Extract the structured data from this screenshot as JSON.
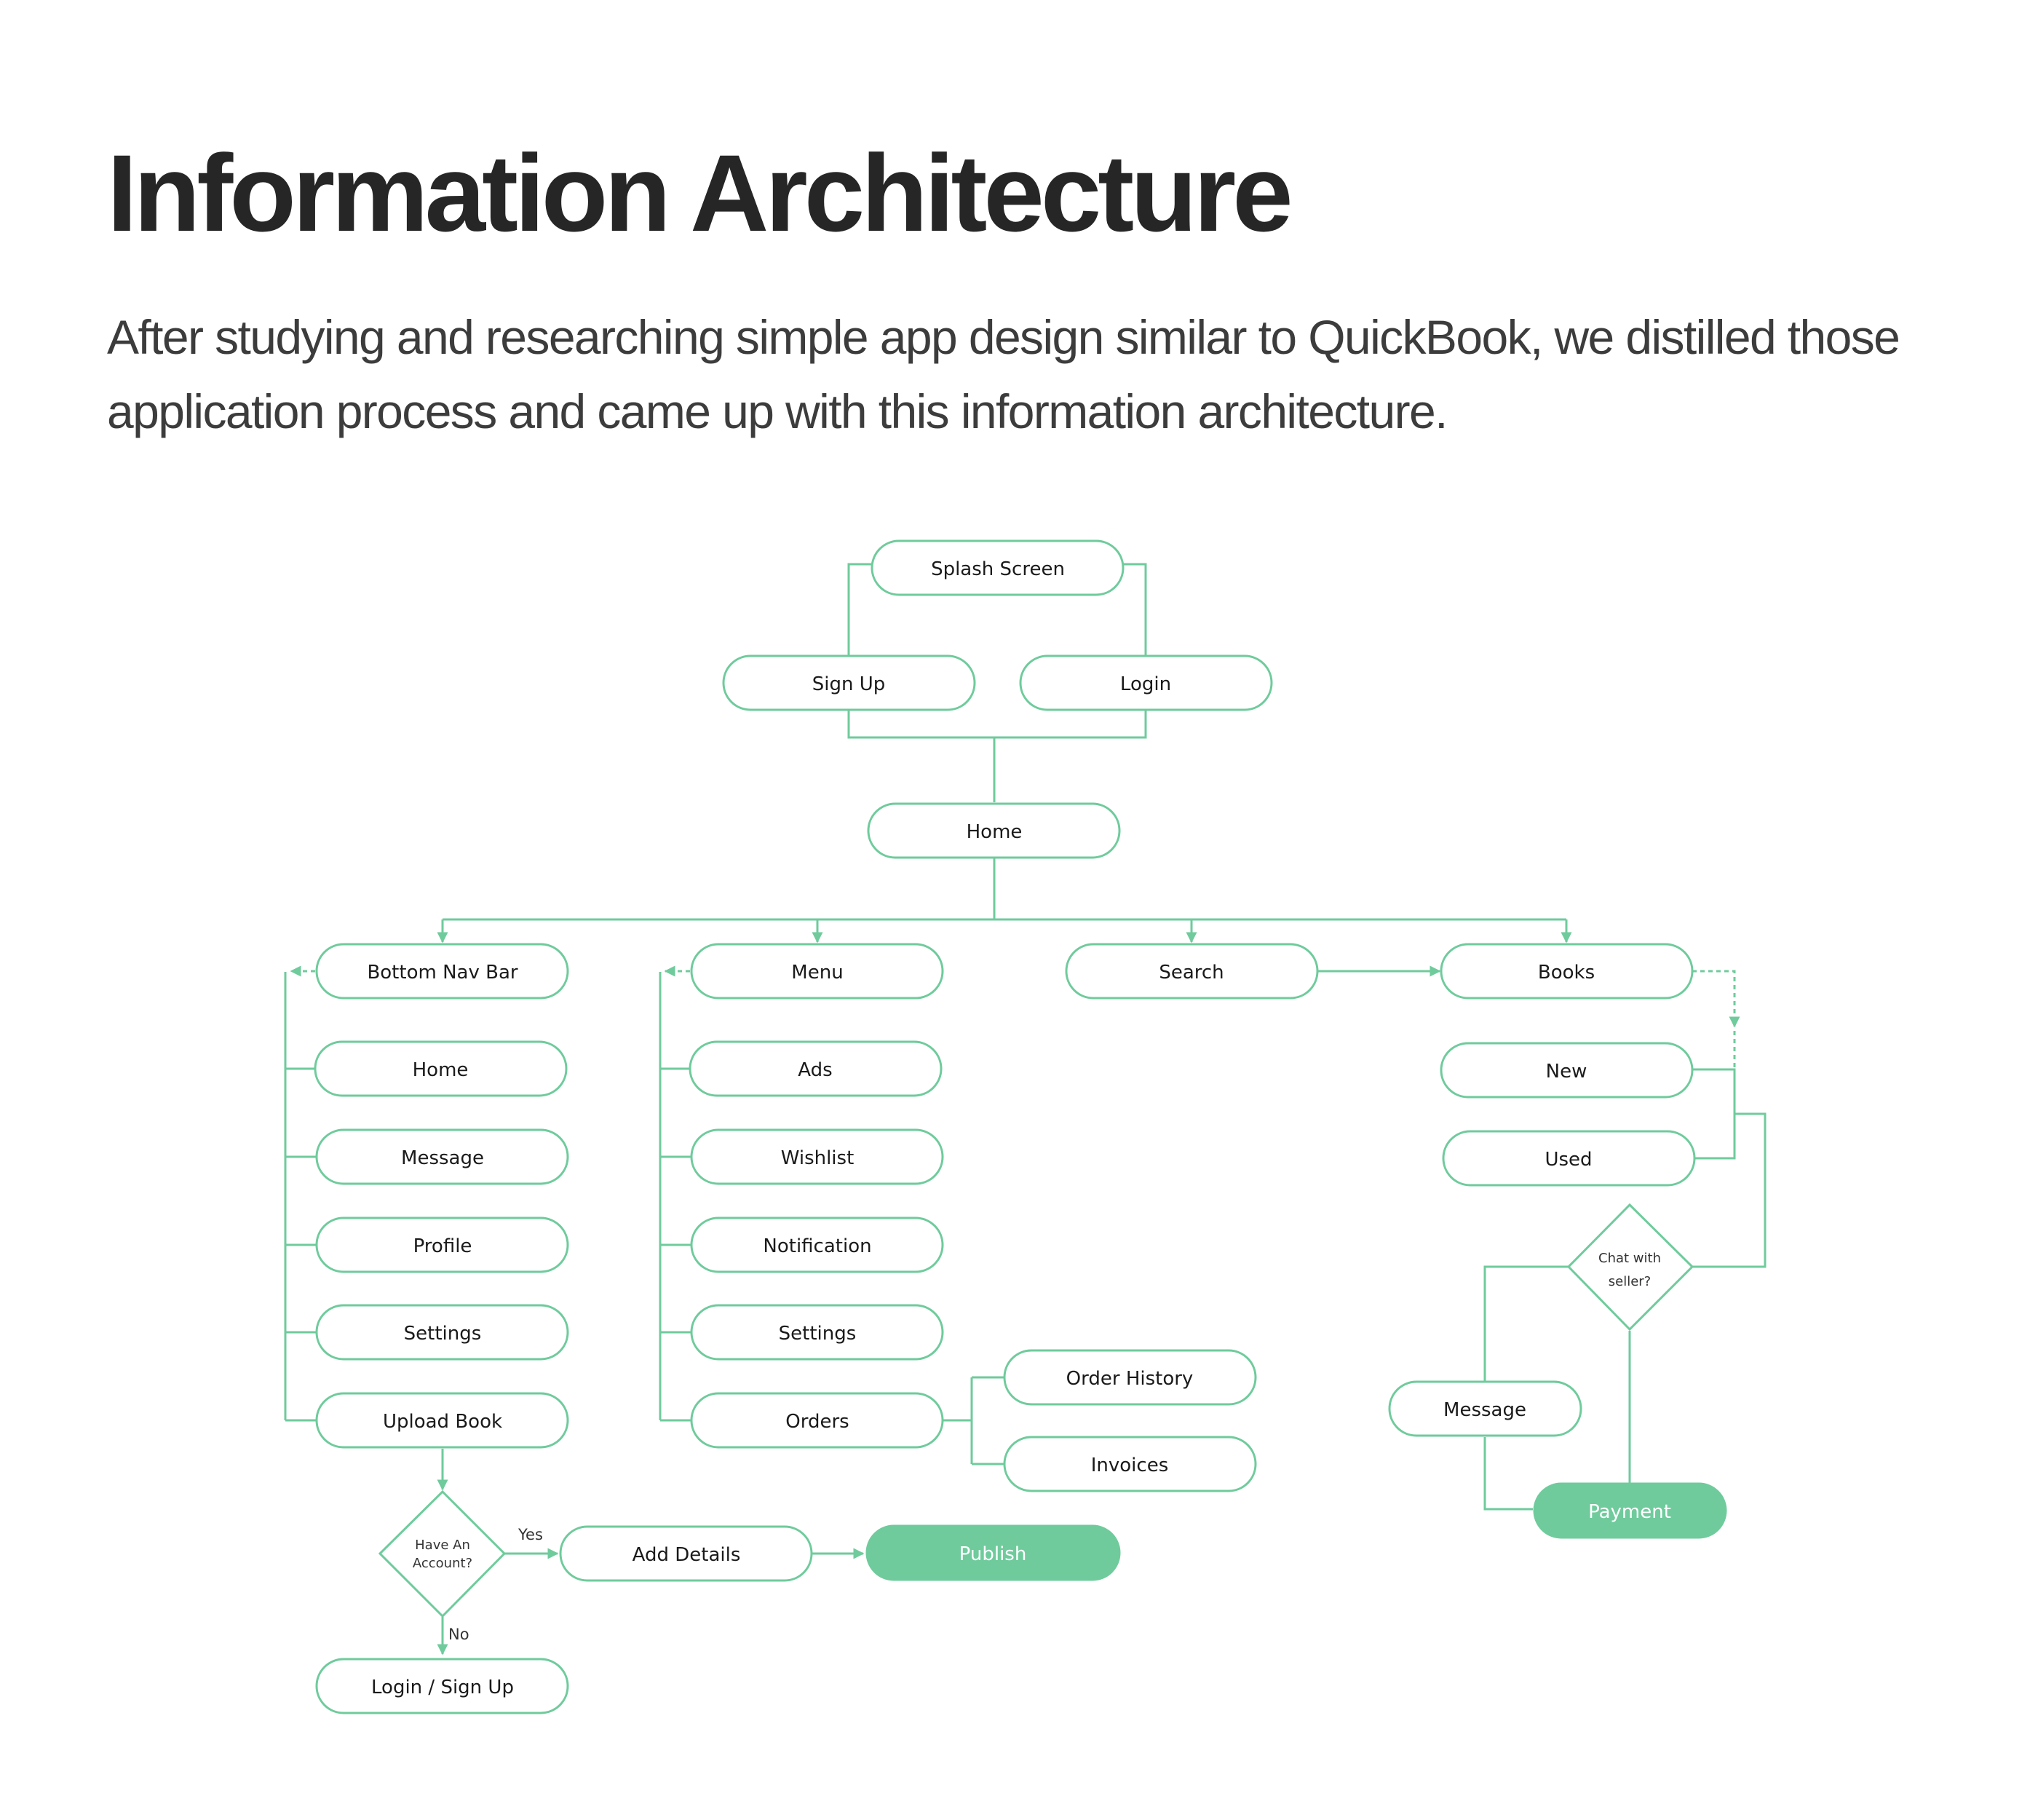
{
  "title": "Information Architecture",
  "subtitle": "After studying and researching simple app design similar to QuickBook, we distilled those application process and came up with this information architecture.",
  "colors": {
    "accent": "#6fcb9c",
    "title": "#262626",
    "text": "#3c3c3c",
    "background": "#ffffff"
  },
  "nodes": {
    "splash": "Splash Screen",
    "signup": "Sign Up",
    "login": "Login",
    "home": "Home",
    "bottom_nav": "Bottom Nav Bar",
    "menu": "Menu",
    "search": "Search",
    "books": "Books",
    "nav_home": "Home",
    "nav_message": "Message",
    "nav_profile": "Profile",
    "nav_settings": "Settings",
    "nav_upload": "Upload Book",
    "menu_ads": "Ads",
    "menu_wishlist": "Wishlist",
    "menu_notification": "Notification",
    "menu_settings": "Settings",
    "menu_orders": "Orders",
    "order_history": "Order History",
    "invoices": "Invoices",
    "books_new": "New",
    "books_used": "Used",
    "message": "Message",
    "payment": "Payment",
    "add_details": "Add Details",
    "publish": "Publish",
    "login_signup": "Login / Sign Up"
  },
  "decisions": {
    "account_line1": "Have An",
    "account_line2": "Account?",
    "chat_line1": "Chat with",
    "chat_line2": "seller?"
  },
  "edge_labels": {
    "yes": "Yes",
    "no": "No"
  }
}
